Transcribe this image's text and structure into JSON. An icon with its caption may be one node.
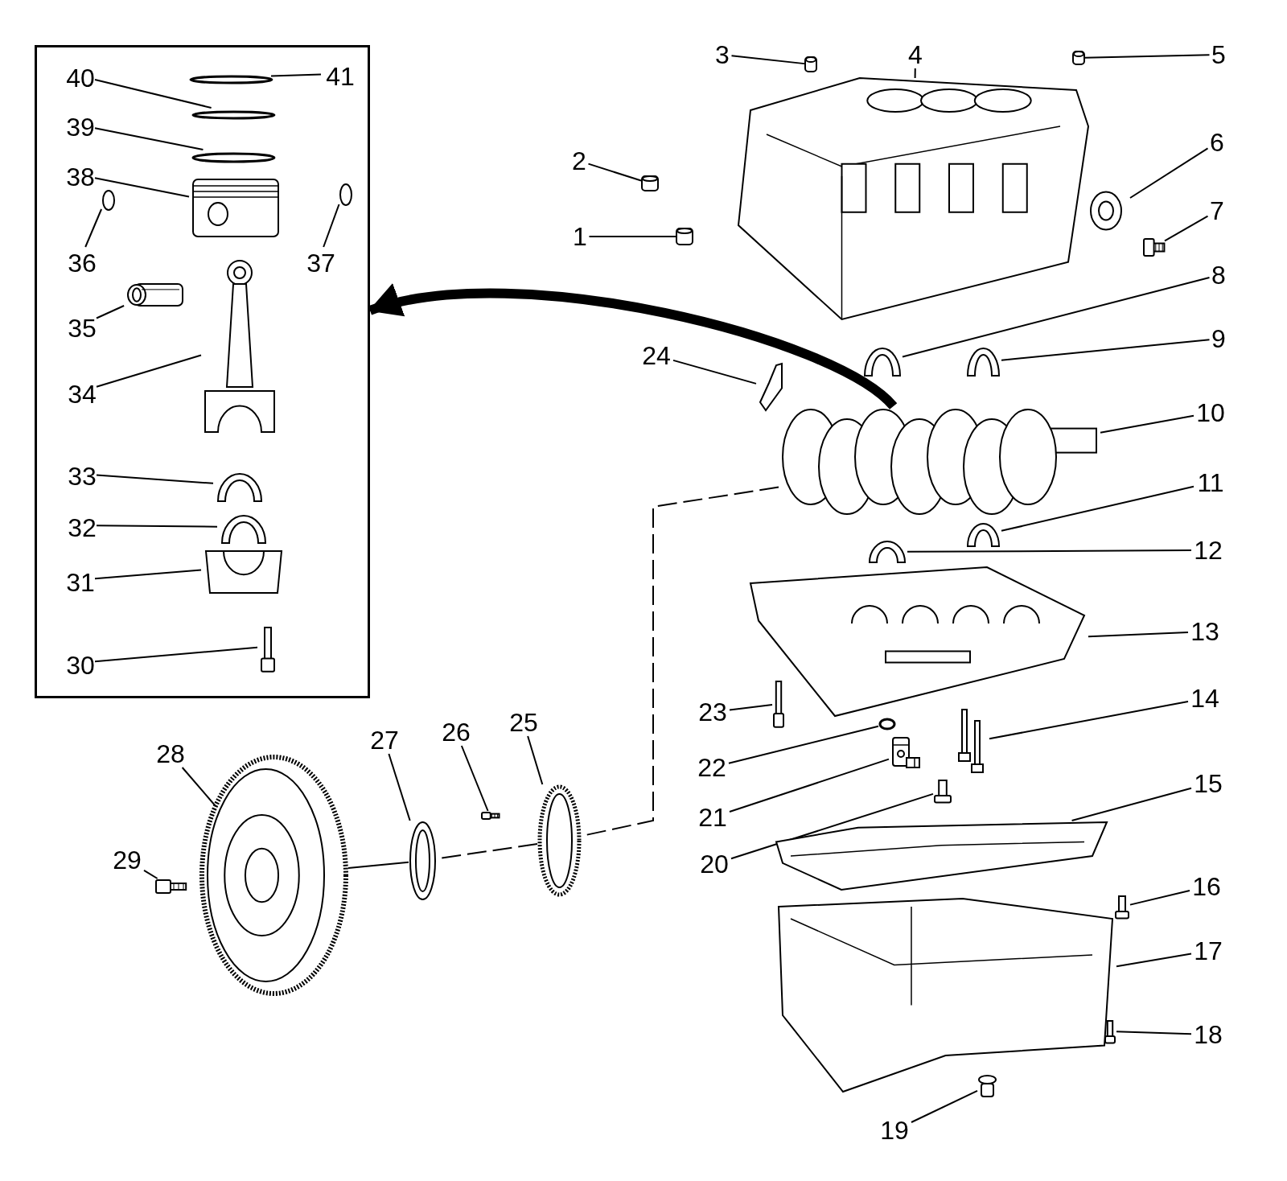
{
  "diagram": {
    "nodes": [
      {
        "text": [],
        "shape": "box"
      },
      {
        "text": [
          "1"
        ]
      },
      {
        "text": [],
        "shape": "picture"
      },
      {
        "text": [
          "2"
        ]
      },
      {
        "text": [],
        "shape": "picture"
      },
      {
        "text": [
          "3"
        ]
      },
      {
        "text": [],
        "shape": "picture"
      },
      {
        "text": [
          "4"
        ]
      },
      {
        "text": [],
        "shape": "picture"
      },
      {
        "text": [
          "5"
        ]
      },
      {
        "text": [],
        "shape": "picture"
      },
      {
        "text": [
          "6"
        ]
      },
      {
        "text": [],
        "shape": "picture"
      },
      {
        "text": [
          "7"
        ]
      },
      {
        "text": [],
        "shape": "picture"
      },
      {
        "text": [
          "8"
        ]
      },
      {
        "text": [],
        "shape": "picture"
      },
      {
        "text": [
          "9"
        ]
      },
      {
        "text": [],
        "shape": "picture"
      },
      {
        "text": [
          "10"
        ]
      },
      {
        "text": [],
        "shape": "picture"
      },
      {
        "text": [
          "11"
        ]
      },
      {
        "text": [],
        "shape": "picture"
      },
      {
        "text": [
          "12"
        ]
      },
      {
        "text": [],
        "shape": "picture"
      },
      {
        "text": [
          "13"
        ]
      },
      {
        "text": [],
        "shape": "picture"
      },
      {
        "text": [
          "14"
        ]
      },
      {
        "text": [],
        "shape": "picture"
      },
      {
        "text": [
          "15"
        ]
      },
      {
        "text": [],
        "shape": "picture"
      },
      {
        "text": [
          "16"
        ]
      },
      {
        "text": [],
        "shape": "picture"
      },
      {
        "text": [
          "17"
        ]
      },
      {
        "text": [],
        "shape": "picture"
      },
      {
        "text": [
          "18"
        ]
      },
      {
        "text": [],
        "shape": "picture"
      },
      {
        "text": [
          "19"
        ]
      },
      {
        "text": [],
        "shape": "picture"
      },
      {
        "text": [
          "20"
        ]
      },
      {
        "text": [],
        "shape": "picture"
      },
      {
        "text": [
          "21"
        ]
      },
      {
        "text": [],
        "shape": "picture"
      },
      {
        "text": [
          "22"
        ]
      },
      {
        "text": [],
        "shape": "circle"
      },
      {
        "text": [
          "23"
        ]
      },
      {
        "text": [],
        "shape": "picture"
      },
      {
        "text": [
          "24"
        ]
      },
      {
        "text": [],
        "shape": "picture"
      },
      {
        "text": [
          "25"
        ]
      },
      {
        "text": [],
        "shape": "picture"
      },
      {
        "text": [
          "26"
        ]
      },
      {
        "text": [],
        "shape": "bolt"
      },
      {
        "text": [
          "27"
        ]
      },
      {
        "text": [],
        "shape": "picture"
      },
      {
        "text": [
          "28"
        ]
      },
      {
        "text": [],
        "shape": "picture"
      },
      {
        "text": [
          "29"
        ]
      },
      {
        "text": [],
        "shape": "picture"
      },
      {
        "text": [
          "30"
        ],
        "in": 0
      },
      {
        "text": [],
        "shape": "picture",
        "in": 0
      },
      {
        "text": [
          "31"
        ],
        "in": 0
      },
      {
        "text": [],
        "shape": "picture",
        "in": 0
      },
      {
        "text": [
          "32"
        ],
        "in": 0
      },
      {
        "text": [],
        "shape": "picture",
        "in": 0
      },
      {
        "text": [
          "33"
        ],
        "in": 0
      },
      {
        "text": [],
        "shape": "picture",
        "in": 0
      },
      {
        "text": [
          "34"
        ],
        "in": 0
      },
      {
        "text": [],
        "shape": "picture",
        "in": 0
      },
      {
        "text": [
          "35"
        ],
        "in": 0
      },
      {
        "text": [],
        "shape": "picture",
        "in": 0
      },
      {
        "text": [
          "36"
        ],
        "in": 0
      },
      {
        "text": [],
        "shape": "circle",
        "in": 0
      },
      {
        "text": [
          "37"
        ],
        "in": 0
      },
      {
        "text": [],
        "shape": "circle",
        "in": 0
      },
      {
        "text": [
          "38"
        ],
        "in": 0
      },
      {
        "text": [],
        "shape": "picture",
        "in": 0
      },
      {
        "text": [
          "39"
        ],
        "in": 0
      },
      {
        "text": [],
        "shape": "circle",
        "in": 0
      },
      {
        "text": [
          "40"
        ],
        "in": 0
      },
      {
        "text": [],
        "shape": "circle",
        "in": 0
      },
      {
        "text": [
          "41"
        ],
        "in": 0
      },
      {
        "text": [],
        "shape": "circle",
        "in": 0
      }
    ],
    "edges": [
      {
        "from": 1,
        "to": 2,
        "arrow": "none"
      },
      {
        "from": 3,
        "to": 4,
        "arrow": "none"
      },
      {
        "from": 5,
        "to": 6,
        "arrow": "none"
      },
      {
        "from": 7,
        "to": 8,
        "arrow": "none"
      },
      {
        "from": 9,
        "to": 10,
        "arrow": "none"
      },
      {
        "from": 11,
        "to": 12,
        "arrow": "none"
      },
      {
        "from": 13,
        "to": 14,
        "arrow": "none"
      },
      {
        "from": 15,
        "to": 16,
        "arrow": "none"
      },
      {
        "from": 17,
        "to": 18,
        "arrow": "none"
      },
      {
        "from": 19,
        "to": 20,
        "arrow": "none"
      },
      {
        "from": 21,
        "to": 22,
        "arrow": "none"
      },
      {
        "from": 23,
        "to": 24,
        "arrow": "none"
      },
      {
        "from": 25,
        "to": 26,
        "arrow": "none"
      },
      {
        "from": 27,
        "to": 28,
        "arrow": "none"
      },
      {
        "from": 29,
        "to": 30,
        "arrow": "none"
      },
      {
        "from": 31,
        "to": 32,
        "arrow": "none"
      },
      {
        "from": 33,
        "to": 34,
        "arrow": "none"
      },
      {
        "from": 35,
        "to": 36,
        "arrow": "none"
      },
      {
        "from": 37,
        "to": 38,
        "arrow": "none"
      },
      {
        "from": 39,
        "to": 40,
        "arrow": "none"
      },
      {
        "from": 41,
        "to": 42,
        "arrow": "none"
      },
      {
        "from": 43,
        "to": 44,
        "arrow": "none"
      },
      {
        "from": 45,
        "to": 46,
        "arrow": "none"
      },
      {
        "from": 47,
        "to": 48,
        "arrow": "none"
      },
      {
        "from": 49,
        "to": 50,
        "arrow": "none"
      },
      {
        "from": 51,
        "to": 52,
        "arrow": "none"
      },
      {
        "from": 53,
        "to": 54,
        "arrow": "none"
      },
      {
        "from": 55,
        "to": 56,
        "arrow": "none"
      },
      {
        "from": 57,
        "to": 58,
        "arrow": "none"
      },
      {
        "from": 59,
        "to": 60,
        "arrow": "none"
      },
      {
        "from": 61,
        "to": 62,
        "arrow": "none"
      },
      {
        "from": 63,
        "to": 64,
        "arrow": "none"
      },
      {
        "from": 65,
        "to": 66,
        "arrow": "none"
      },
      {
        "from": 67,
        "to": 68,
        "arrow": "none"
      },
      {
        "from": 69,
        "to": 70,
        "arrow": "none"
      },
      {
        "from": 71,
        "to": 72,
        "arrow": "none"
      },
      {
        "from": 73,
        "to": 74,
        "arrow": "none"
      },
      {
        "from": 75,
        "to": 76,
        "arrow": "none"
      },
      {
        "from": 77,
        "to": 78,
        "arrow": "none"
      },
      {
        "from": 79,
        "to": 80,
        "arrow": "none"
      },
      {
        "from": 81,
        "to": 82,
        "arrow": "none"
      },
      {
        "from": 20,
        "to": 0,
        "arrow": "to",
        "style": "thick"
      },
      {
        "from": 20,
        "to": 50,
        "arrow": "none",
        "style": "dashed"
      },
      {
        "from": 50,
        "to": 54,
        "arrow": "none",
        "style": "dashed"
      },
      {
        "from": 54,
        "to": 56,
        "arrow": "none"
      }
    ]
  }
}
